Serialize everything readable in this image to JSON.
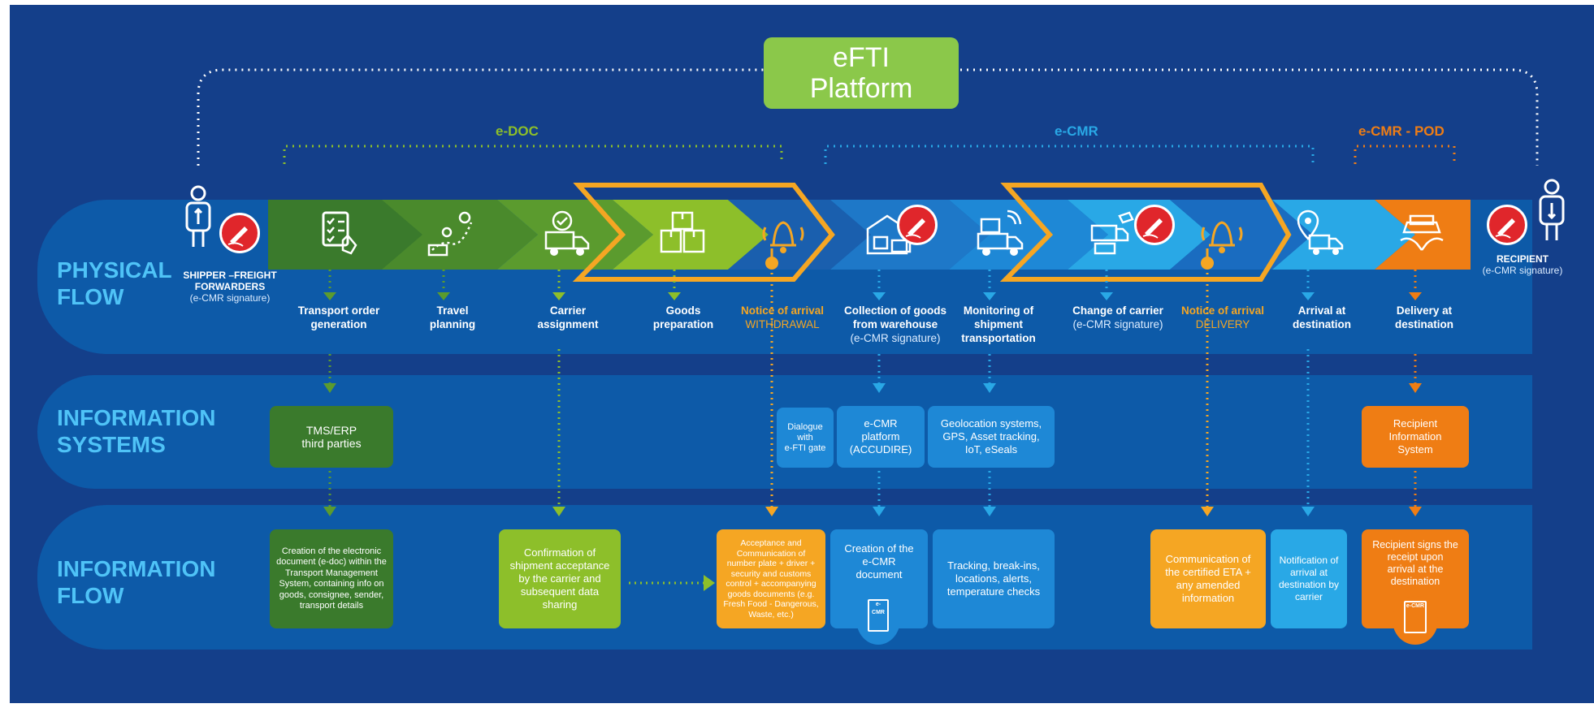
{
  "platform": {
    "line1": "eFTI",
    "line2": "Platform"
  },
  "groups": {
    "edoc": "e-DOC",
    "ecmr": "e-CMR",
    "ecmr_pod": "e-CMR - POD"
  },
  "bands": {
    "physical": {
      "line1": "PHYSICAL",
      "line2": "FLOW"
    },
    "systems": {
      "line1": "INFORMATION",
      "line2": "SYSTEMS"
    },
    "flow": {
      "line1": "INFORMATION",
      "line2": "FLOW"
    }
  },
  "shipper": {
    "line1": "SHIPPER –FREIGHT",
    "line2": "FORWARDERS",
    "line3": "(e-CMR signature)"
  },
  "recipient": {
    "line1": "RECIPIENT",
    "line2": "(e-CMR signature)"
  },
  "steps": [
    {
      "l1": "Transport order",
      "l2": "generation",
      "l3": "",
      "icon": "checklist-icon"
    },
    {
      "l1": "Travel",
      "l2": "planning",
      "l3": "",
      "icon": "route-icon"
    },
    {
      "l1": "Carrier",
      "l2": "assignment",
      "l3": "",
      "icon": "truck-check-icon"
    },
    {
      "l1": "Goods",
      "l2": "preparation",
      "l3": "",
      "icon": "boxes-icon"
    },
    {
      "l1": "Notice of arrival",
      "l2": "WITHDRAWAL",
      "l3": "",
      "icon": "bell-icon"
    },
    {
      "l1": "Collection of goods",
      "l2": "from warehouse",
      "l3": "(e-CMR signature)",
      "icon": "warehouse-icon"
    },
    {
      "l1": "Monitoring of",
      "l2": "shipment",
      "l3": "transportation",
      "icon": "tracked-truck-icon"
    },
    {
      "l1": "Change of carrier",
      "l2": "(e-CMR signature)",
      "l3": "",
      "icon": "carrier-change-icon"
    },
    {
      "l1": "Notice of arrival",
      "l2": "DELIVERY",
      "l3": "",
      "icon": "bell-icon"
    },
    {
      "l1": "Arrival at",
      "l2": "destination",
      "l3": "",
      "icon": "location-truck-icon"
    },
    {
      "l1": "Delivery at",
      "l2": "destination",
      "l3": "",
      "icon": "delivery-hands-icon"
    }
  ],
  "systems": {
    "tms": {
      "l1": "TMS/ERP",
      "l2": "third parties"
    },
    "dialogue": {
      "l1": "Dialogue",
      "l2": "with",
      "l3": "e-FTI gate"
    },
    "ecmr_platform": {
      "l1": "e-CMR",
      "l2": "platform",
      "l3": "(ACCUDIRE)"
    },
    "geo": {
      "l1": "Geolocation systems,",
      "l2": "GPS, Asset tracking,",
      "l3": "IoT, eSeals"
    },
    "recipient_sys": {
      "l1": "Recipient",
      "l2": "Information",
      "l3": "System"
    }
  },
  "flow": {
    "edoc": [
      "Creation of the electronic",
      "document (e-doc) within the",
      "Transport Management",
      "System, containing info on",
      "goods, consignee, sender,",
      "transport details"
    ],
    "confirm": [
      "Confirmation of",
      "shipment acceptance",
      "by the carrier and",
      "subsequent data",
      "sharing"
    ],
    "acceptance": [
      "Acceptance and",
      "Communication of",
      "number plate + driver +",
      "security and customs",
      "control + accompanying",
      "goods documents (e.g.",
      "Fresh Food - Dangerous,",
      "Waste, etc.)"
    ],
    "creation": [
      "Creation of the",
      "e-CMR",
      "document"
    ],
    "tracking": [
      "Tracking, break-ins,",
      "locations, alerts,",
      "temperature checks"
    ],
    "eta": [
      "Communication of",
      "the certified ETA +",
      "any amended",
      "information"
    ],
    "notification": [
      "Notification of",
      "arrival at",
      "destination by",
      "carrier"
    ],
    "receipt": [
      "Recipient signs the",
      "receipt upon",
      "arrival at the",
      "destination"
    ],
    "doc_badge": "e-CMR"
  },
  "colors": {
    "bg": "#143f8a",
    "band": "#0d5aa8",
    "green_dark": "#3a7a2c",
    "green": "#5b9b2e",
    "lime": "#8dbf2a",
    "blue": "#1e88d6",
    "cyan": "#29a8e6",
    "orange": "#ef7d14",
    "amber": "#f5a623",
    "platform": "#8bc84a",
    "title": "#4fc3f7"
  }
}
